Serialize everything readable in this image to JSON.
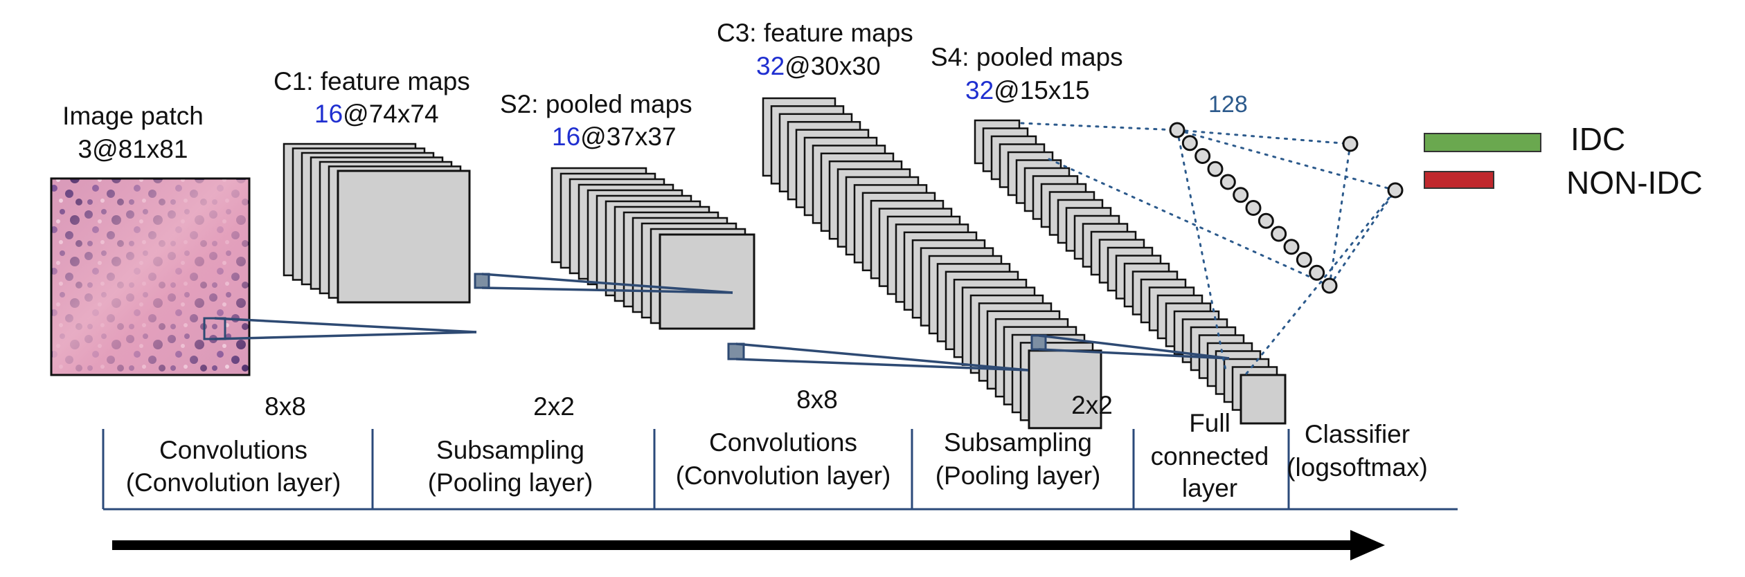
{
  "input": {
    "title": "Image patch",
    "dims": "3@81x81"
  },
  "c1": {
    "title": "C1: feature maps",
    "count": "16",
    "size": "@74x74"
  },
  "s2": {
    "title": "S2: pooled maps",
    "count": "16",
    "size": "@37x37"
  },
  "c3": {
    "title": "C3: feature maps",
    "count": "32",
    "size": "@30x30"
  },
  "s4": {
    "title": "S4: pooled maps",
    "count": "32",
    "size": "@15x15"
  },
  "fc": {
    "units": "128"
  },
  "outputs": {
    "idc": {
      "label": "IDC",
      "color": "#6aa84f"
    },
    "non_idc": {
      "label": "NON-IDC",
      "color": "#c0282d"
    }
  },
  "kernels": {
    "conv1": "8x8",
    "pool1": "2x2",
    "conv2": "8x8",
    "pool2": "2x2"
  },
  "stages": [
    {
      "line1": "Convolutions",
      "line2": "(Convolution layer)"
    },
    {
      "line1": "Subsampling",
      "line2": "(Pooling layer)"
    },
    {
      "line1": "Convolutions",
      "line2": "(Convolution layer)"
    },
    {
      "line1": "Subsampling",
      "line2": "(Pooling layer)"
    },
    {
      "line1": "Full",
      "line2": "connected",
      "line3": "layer"
    },
    {
      "line1": "Classifier",
      "line2": "(logsoftmax)"
    }
  ],
  "colors": {
    "accent_number": "#1f2fd0",
    "connection": "#2e4a73",
    "tissue_base": "#d896b8",
    "tissue_nuclei": "#5a3a7a"
  }
}
